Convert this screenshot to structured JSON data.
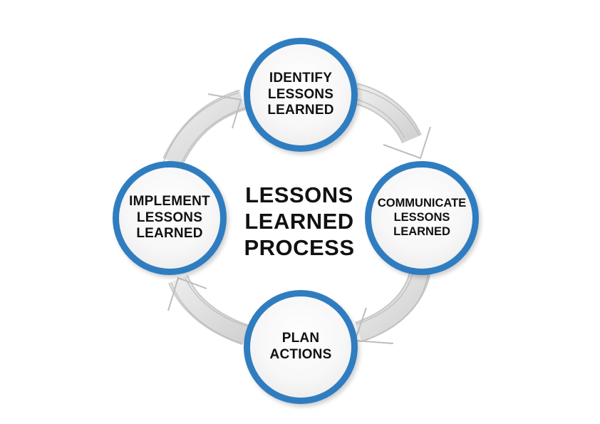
{
  "diagram": {
    "title": "LESSONS\nLEARNED\nPROCESS",
    "steps": [
      {
        "label": "IDENTIFY\nLESSONS\nLEARNED"
      },
      {
        "label": "COMMUNICATE\nLESSONS\nLEARNED"
      },
      {
        "label": "PLAN\nACTIONS"
      },
      {
        "label": "IMPLEMENT\nLESSONS\nLEARNED"
      }
    ]
  },
  "colors": {
    "ring": "#2f7dc0",
    "arrow": "#cfcfcf",
    "text": "#111111"
  }
}
